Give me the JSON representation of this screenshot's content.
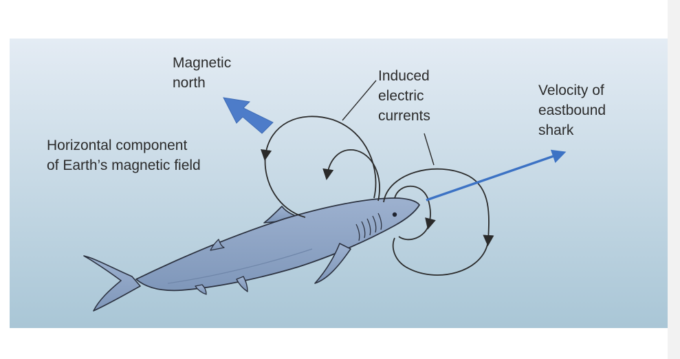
{
  "labels": {
    "magnetic_north": [
      "Magnetic",
      "north"
    ],
    "horizontal_component": [
      "Horizontal component",
      "of Earth’s magnetic field"
    ],
    "induced_currents": [
      "Induced",
      "electric",
      "currents"
    ],
    "velocity": [
      "Velocity of",
      "eastbound",
      "shark"
    ]
  },
  "colors": {
    "water_top": "#e3ebf3",
    "water_bottom": "#a8c5d6",
    "shark_body": "#8ea4c5",
    "shark_outline": "#2c3240",
    "field_arrow": "#4d7cc9",
    "velocity_arrow": "#3c72c4",
    "current_loops": "#2a2a2a",
    "text": "#2b2b2b"
  }
}
